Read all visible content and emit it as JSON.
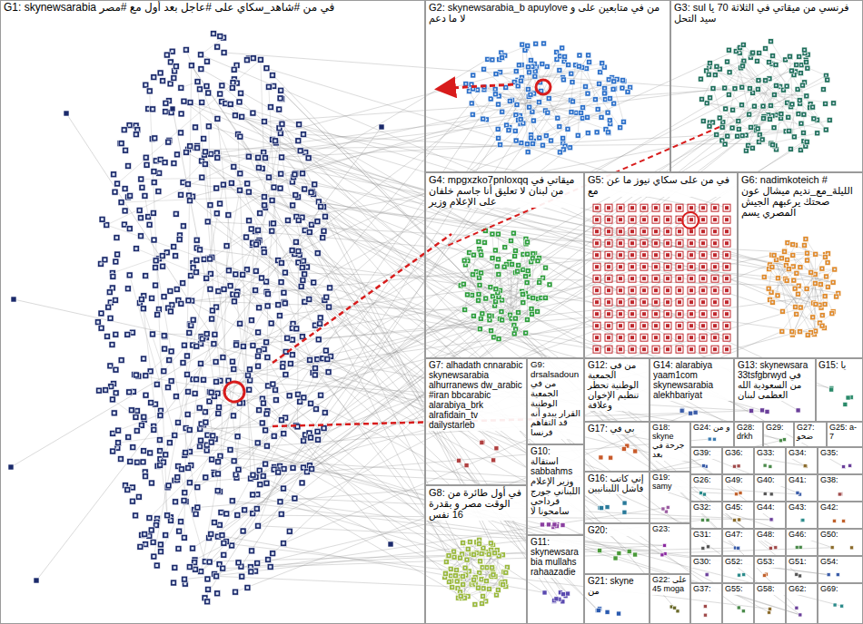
{
  "diagram": {
    "nodes": [
      {
        "text": [
          "G1: skynewsarabia في من #شاهد_سكاي على #عاجل بعد أول مع #مصر"
        ]
      },
      {
        "text": [
          "G2: skynewsarabia_b apuylove من في متابعين على و لا ما دعم"
        ]
      },
      {
        "text": [
          "G3: sul فرنسي من ميقاتي في الثلاثة 70 يا سيد التحل"
        ]
      },
      {
        "text": [
          "G4: mpgxzko7pnloxqq ميقاتي في من لبنان لا تعليق أنا جاسم خلفان على الإعلام وزير"
        ]
      },
      {
        "text": [
          "G5: في من على سكاي نيوز ما عن مع"
        ]
      },
      {
        "text": [
          "G6: nadimkoteich # الليلة_مع_نديم ميشال عون صحتك يرعبهم الجيش المصري يسم"
        ]
      },
      {
        "text": [
          "G7: alhadath cnnarabic skynewsarabia alhurranews dw_arabic #iran bbcarabic alarabiya_brk alrafidain_tv dailystarleb"
        ]
      },
      {
        "text": [
          "G9: drsalsadoun من في الجمعية الوطنية القرار يبدو أنه قد التفاهم فرنسا"
        ]
      },
      {
        "text": [
          "G12: من في الجمعية الوطنية تحظر تنظيم الإخوان وعلاقة"
        ]
      },
      {
        "text": [
          "G14: alarabiya yaam1com skynewsarabia alekhbariyat"
        ]
      },
      {
        "text": [
          "G13: skynewsara 33tsfgbrwyd في من السعودية الله العظمى لبنان"
        ]
      },
      {
        "text": [
          "G15: يا"
        ]
      },
      {
        "text": [
          "G10: استقالة sabbahms وزير الإعلام اللبناني جورج قرداحي سامحونا لا"
        ]
      },
      {
        "text": [
          "G17: بي في"
        ]
      },
      {
        "text": [
          "G18: skyne جرحة في بعد"
        ]
      },
      {
        "text": [
          "G24: و من"
        ]
      },
      {
        "text": [
          "G28: drkh"
        ]
      },
      {
        "text": [
          "G29:"
        ]
      },
      {
        "text": [
          "G27: ضحو"
        ]
      },
      {
        "text": [
          "G25: a-7"
        ]
      },
      {
        "text": [
          "G8: في أول طائرة من الوقت مصر و بقدرة 16 نفس"
        ]
      },
      {
        "text": [
          "G11: skynewsarabia mullahs rahaazadie"
        ]
      },
      {
        "text": [
          "G16: إني كاتب فاشل اللبنانيين"
        ]
      },
      {
        "text": [
          "G19: samy"
        ]
      },
      {
        "text": [
          "G20:"
        ]
      },
      {
        "text": [
          "G23:"
        ]
      },
      {
        "text": [
          "G21: skyne من"
        ]
      },
      {
        "text": [
          "G22: على 45 moga"
        ]
      },
      {
        "text": [
          "G39:"
        ]
      },
      {
        "text": [
          "G36:"
        ]
      },
      {
        "text": [
          "G33:"
        ]
      },
      {
        "text": [
          "G34:"
        ]
      },
      {
        "text": [
          "G35:"
        ]
      },
      {
        "text": [
          "G26:"
        ]
      },
      {
        "text": [
          "G49:"
        ]
      },
      {
        "text": [
          "G40:"
        ]
      },
      {
        "text": [
          "G41:"
        ]
      },
      {
        "text": [
          "G38:"
        ]
      },
      {
        "text": [
          "G32:"
        ]
      },
      {
        "text": [
          "G45:"
        ]
      },
      {
        "text": [
          "G44:"
        ]
      },
      {
        "text": [
          "G43:"
        ]
      },
      {
        "text": [
          "G42:"
        ]
      },
      {
        "text": [
          "G31:"
        ]
      },
      {
        "text": [
          "G47:"
        ]
      },
      {
        "text": [
          "G48:"
        ]
      },
      {
        "text": [
          "G46:"
        ]
      },
      {
        "text": [
          "G50:"
        ]
      },
      {
        "text": [
          "G30:"
        ]
      },
      {
        "text": [
          "G52:"
        ]
      },
      {
        "text": [
          "G53:"
        ]
      },
      {
        "text": [
          "G51:"
        ]
      },
      {
        "text": [
          "G54:"
        ]
      },
      {
        "text": [
          "G37:"
        ]
      },
      {
        "text": [
          "G55:"
        ]
      },
      {
        "text": [
          "G58:"
        ]
      },
      {
        "text": [
          "G62:"
        ]
      },
      {
        "text": [
          "G69:"
        ]
      }
    ]
  }
}
